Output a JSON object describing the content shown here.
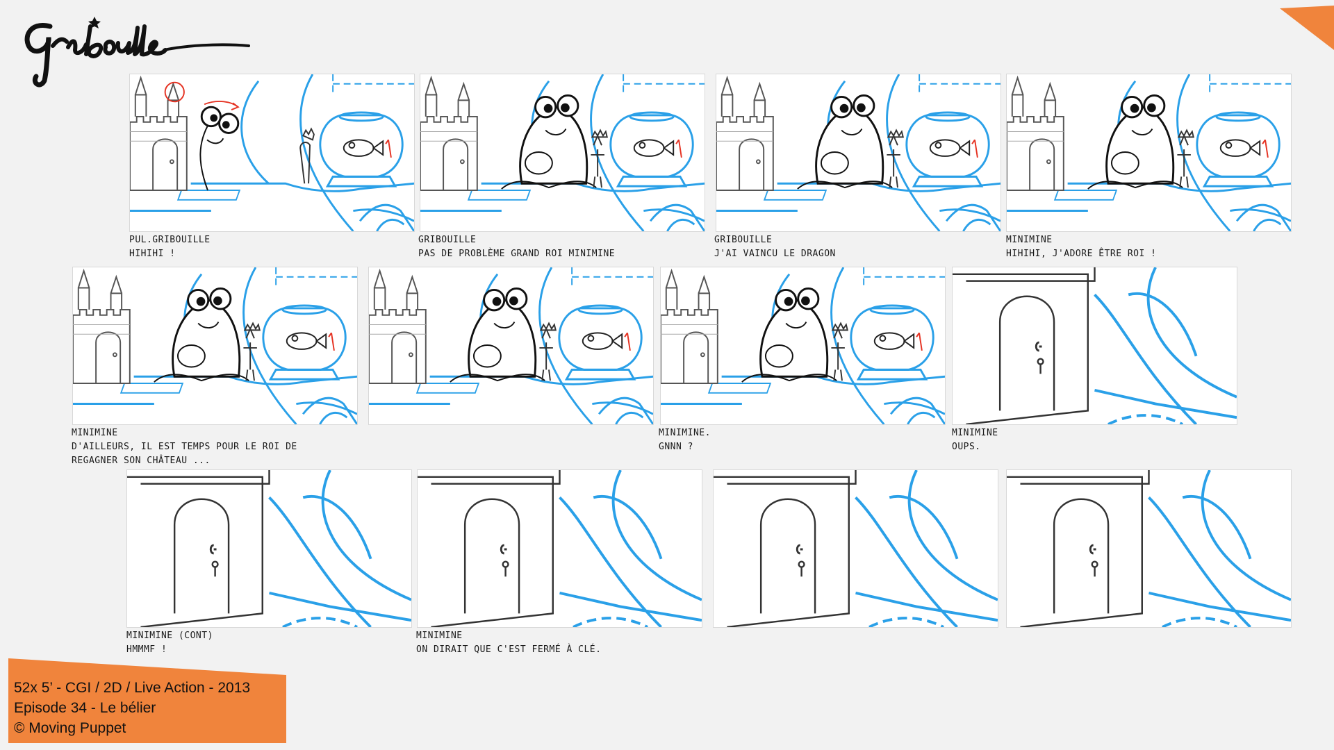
{
  "brand": {
    "logo_text": "gribouille",
    "accent_color": "#f0843c",
    "line_color": "#2aa0e8",
    "effect_color": "#e53222"
  },
  "rows": [
    [
      {
        "character": "PUL.GRIBOUILLE",
        "dialogue": "HIHIHI !",
        "scene": "castle-room",
        "creature": "peek"
      },
      {
        "character": "GRIBOUILLE",
        "dialogue": "PAS DE PROBLÈME GRAND ROI MINIMINE",
        "scene": "castle-room",
        "creature": "sit"
      },
      {
        "character": "GRIBOUILLE",
        "dialogue": "J'AI VAINCU LE DRAGON",
        "scene": "castle-room",
        "creature": "sit"
      },
      {
        "character": "MINIMINE",
        "dialogue": "HIHIHI, J'ADORE ÊTRE ROI !",
        "scene": "castle-room",
        "creature": "sit"
      }
    ],
    [
      {
        "character": "MINIMINE",
        "dialogue": "D'AILLEURS, IL EST TEMPS POUR LE ROI DE\nREGAGNER SON CHÂTEAU ...",
        "scene": "castle-room",
        "creature": "sit"
      },
      {
        "character": "",
        "dialogue": "",
        "scene": "castle-room",
        "creature": "sit"
      },
      {
        "character": "MINIMINE.",
        "dialogue": "GNNN ?",
        "scene": "castle-room",
        "creature": "sit"
      },
      {
        "character": "MINIMINE",
        "dialogue": "OUPS.",
        "scene": "door-closeup",
        "creature": "none"
      }
    ],
    [
      {
        "character": "MINIMINE (CONT)",
        "dialogue": "HMMMF !",
        "scene": "door-closeup",
        "creature": "none"
      },
      {
        "character": "MINIMINE",
        "dialogue": "ON DIRAIT QUE C'EST FERMÉ À CLÉ.",
        "scene": "door-closeup",
        "creature": "none"
      },
      {
        "character": "",
        "dialogue": "",
        "scene": "door-closeup",
        "creature": "none"
      },
      {
        "character": "",
        "dialogue": "",
        "scene": "door-closeup",
        "creature": "none"
      }
    ]
  ],
  "info": {
    "line1": "52x 5’ - CGI / 2D / Live Action - 2013",
    "line2": "Episode 34 - Le bélier",
    "line3": "© Moving Puppet"
  }
}
